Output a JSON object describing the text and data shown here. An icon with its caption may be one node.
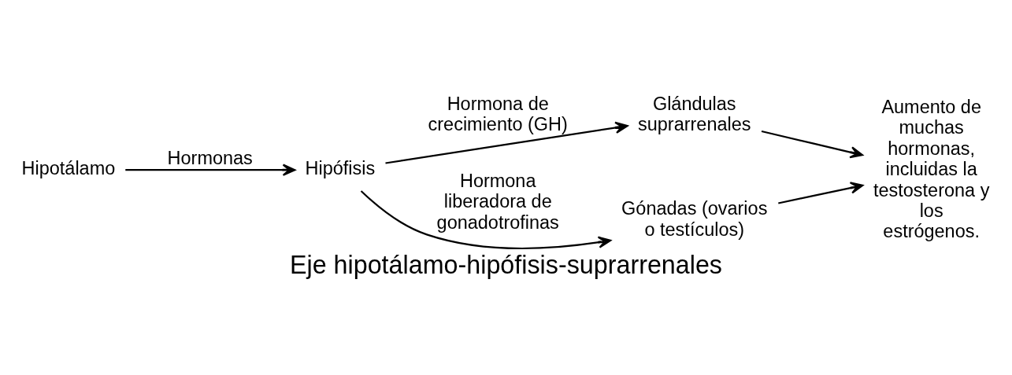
{
  "diagram": {
    "caption": "Eje hipotálamo-hipófisis-suprarrenales",
    "nodes": [
      {
        "text": [
          "Hipotálamo"
        ]
      },
      {
        "text": [
          "Hipófisis"
        ]
      },
      {
        "text": [
          "Glándulas suprarrenales"
        ]
      },
      {
        "text": [
          "Gónadas (ovarios o testículos)"
        ]
      },
      {
        "text": [
          "Aumento de muchas hormonas, incluidas la testosterona y los estrógenos."
        ]
      }
    ],
    "edges": [
      {
        "from": 0,
        "to": 1,
        "arrow": "to",
        "label": "Hormonas"
      },
      {
        "from": 1,
        "to": 2,
        "arrow": "to",
        "label": "Hormona de crecimiento (GH)"
      },
      {
        "from": 1,
        "to": 3,
        "arrow": "to",
        "label": "Hormona liberadora de gonadotrofinas"
      },
      {
        "from": 2,
        "to": 4,
        "arrow": "to"
      },
      {
        "from": 3,
        "to": 4,
        "arrow": "to"
      }
    ]
  }
}
